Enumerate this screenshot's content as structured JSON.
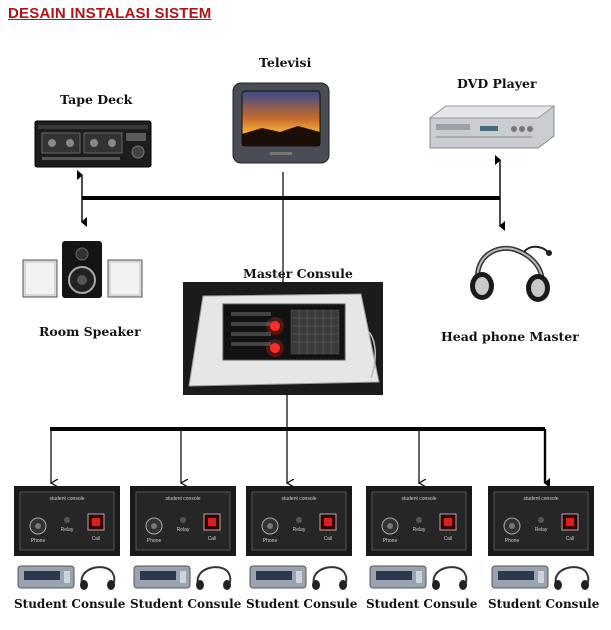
{
  "title": "DESAIN INSTALASI SISTEM",
  "devices": {
    "tape_deck": "Tape Deck",
    "televisi": "Televisi",
    "dvd_player": "DVD Player",
    "room_speaker": "Room Speaker",
    "master_consule": "Master Consule",
    "headphone_master": "Head phone Master"
  },
  "student_consules": [
    {
      "label": "Student Consule"
    },
    {
      "label": "Student Consule"
    },
    {
      "label": "Student Consule"
    },
    {
      "label": "Student Consule"
    },
    {
      "label": "Student Consule"
    }
  ],
  "consule_panel": {
    "brand": "student console",
    "phone": "Phone",
    "relay": "Relay",
    "call": "Call"
  },
  "colors": {
    "title": "#b0141a",
    "wire": "#000000"
  }
}
